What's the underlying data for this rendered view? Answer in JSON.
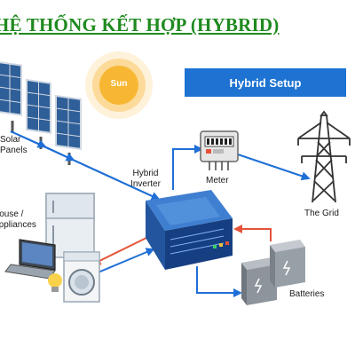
{
  "heading": "HỆ THỐNG KẾT HỢP (HYBRID)",
  "banner": "Hybrid Setup",
  "labels": {
    "sun": "Sun",
    "solar_panels": [
      "Solar",
      "Panels"
    ],
    "hybrid_inverter": [
      "Hybrid",
      "Inverter"
    ],
    "meter": "Meter",
    "the_grid": "The Grid",
    "house": [
      "House /",
      "Appliances"
    ],
    "batteries": "Batteries"
  },
  "colors": {
    "heading": "#1f8a1f",
    "banner": "#1e73d2",
    "dc_flow": "#1f6fd6",
    "ac_flow": "#e5533a",
    "inverter": "#1d4f9c",
    "sun": "#f7b733"
  },
  "icons": [
    "sun-icon",
    "solar-panel-icon",
    "inverter-icon",
    "meter-icon",
    "pylon-icon",
    "fridge-icon",
    "laptop-icon",
    "washer-icon",
    "bulb-icon",
    "battery-icon"
  ]
}
